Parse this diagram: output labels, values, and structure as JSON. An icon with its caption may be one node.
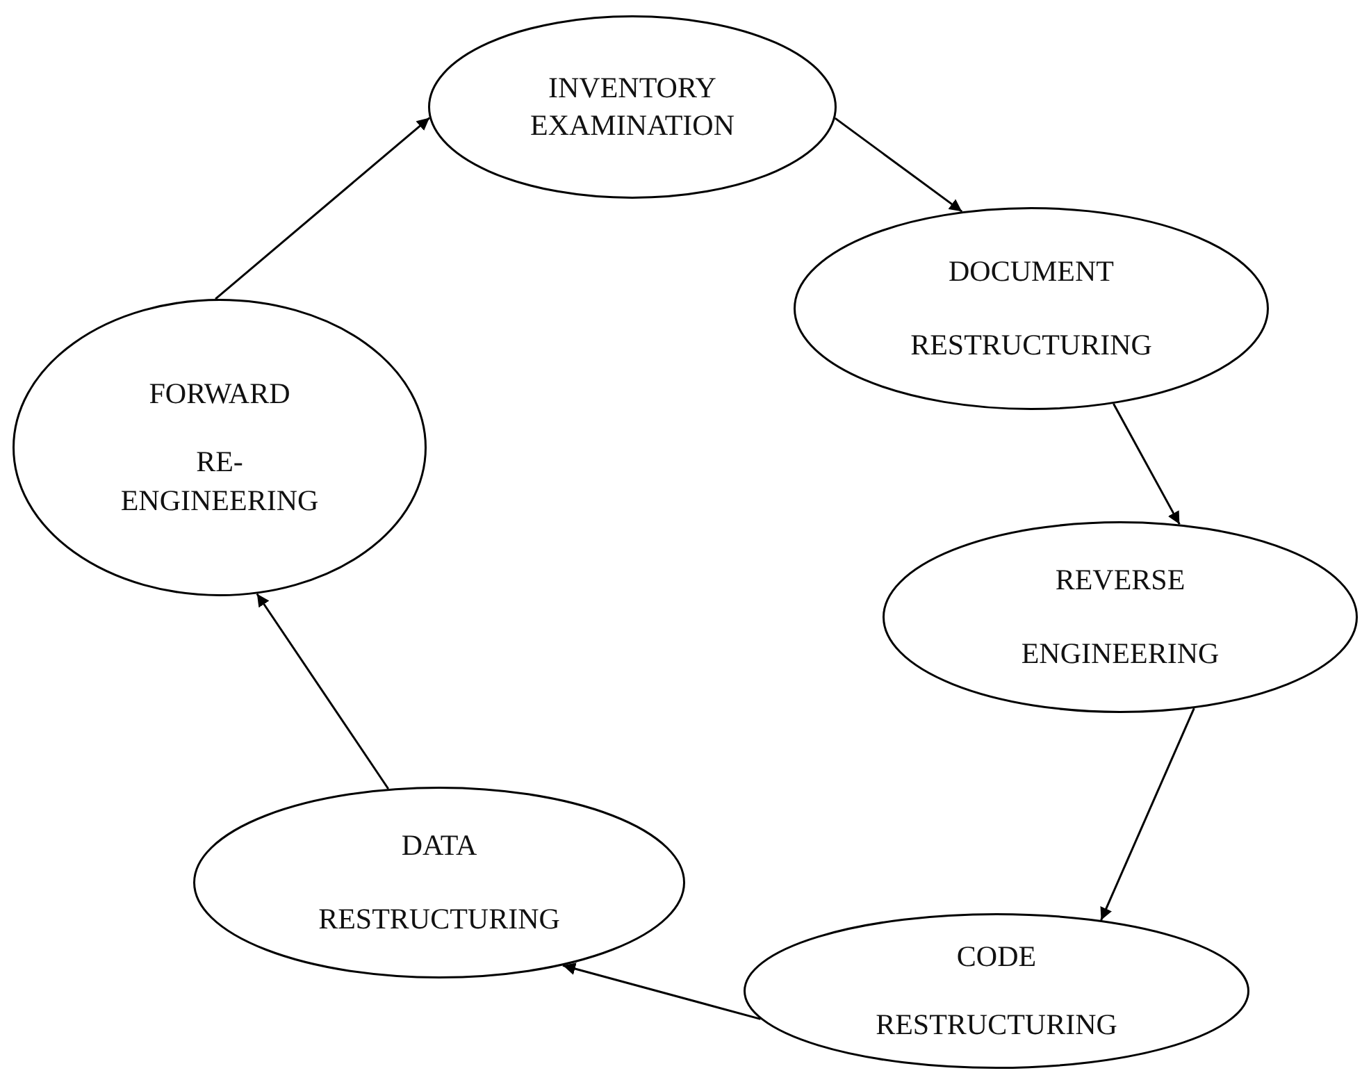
{
  "diagram": {
    "nodes": [
      {
        "text": [
          "INVENTORY EXAMINATION"
        ]
      },
      {
        "text": [
          "DOCUMENT",
          "RESTRUCTURING"
        ]
      },
      {
        "text": [
          "REVERSE",
          "ENGINEERING"
        ]
      },
      {
        "text": [
          "CODE",
          "RESTRUCTURING"
        ]
      },
      {
        "text": [
          "DATA",
          "RESTRUCTURING"
        ]
      },
      {
        "text": [
          "FORWARD",
          "RE- ENGINEERING"
        ]
      }
    ],
    "edges": [
      {
        "from": 5,
        "to": 0,
        "arrow": "to"
      },
      {
        "from": 0,
        "to": 1,
        "arrow": "to"
      },
      {
        "from": 1,
        "to": 2,
        "arrow": "to"
      },
      {
        "from": 2,
        "to": 3,
        "arrow": "to"
      },
      {
        "from": 3,
        "to": 4,
        "arrow": "to"
      },
      {
        "from": 4,
        "to": 5,
        "arrow": "to"
      }
    ]
  }
}
